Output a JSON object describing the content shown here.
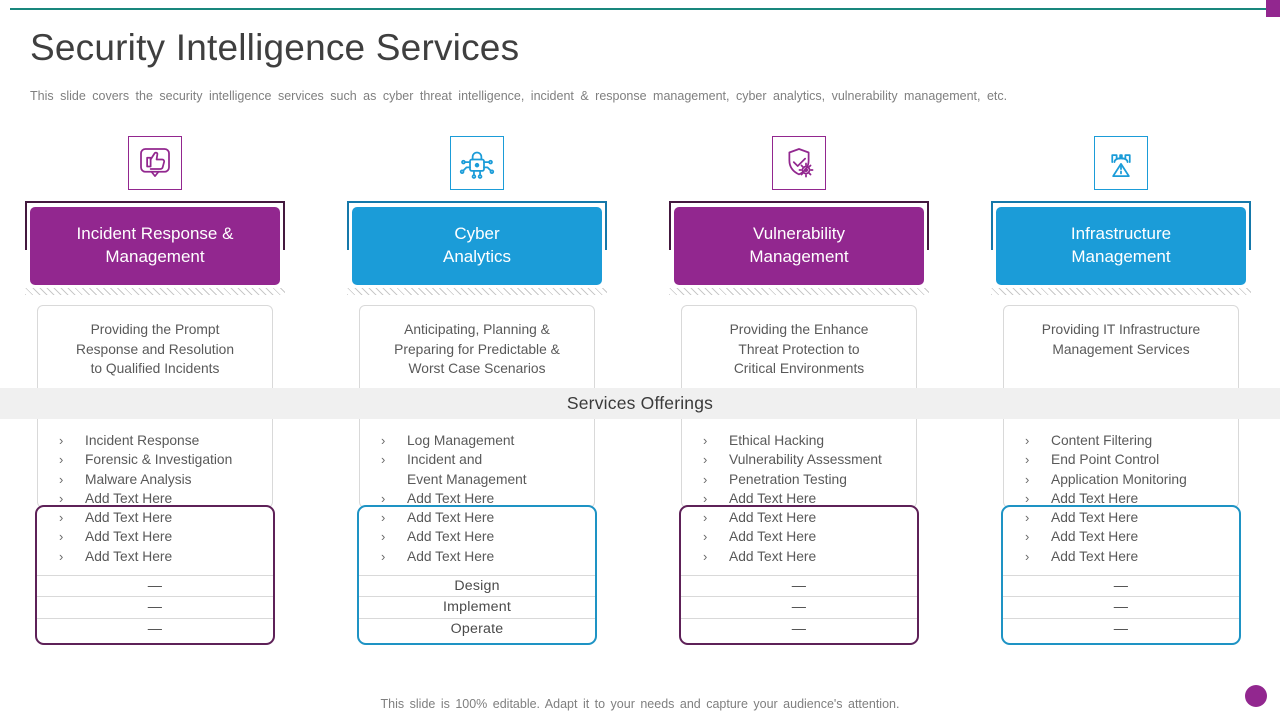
{
  "page": {
    "title": "Security Intelligence Services",
    "subtitle": "This slide covers the security intelligence services such as cyber threat intelligence, incident & response management, cyber analytics, vulnerability management, etc.",
    "banner": "Services Offerings",
    "footer": "This slide is 100% editable. Adapt it to your needs and capture your audience's attention.",
    "bullet_marker": "›"
  },
  "colors": {
    "purple_fill": "#92278F",
    "purple_bracket": "#44193F",
    "purple_box_border": "#5E2158",
    "blue_fill": "#1B9CD8",
    "blue_bracket": "#1578AA",
    "blue_box_border": "#1E93C4",
    "teal_line": "#19877D",
    "banner_bg": "#F0F0F0",
    "card_border": "#D9D9D9",
    "body_text": "#595959",
    "muted_text": "#7F7F7F",
    "title_color": "#3F3F3F",
    "accent_dot": "#92278F"
  },
  "columns": [
    {
      "theme": "purple",
      "icon": "thumbs-up-bubble-icon",
      "title_lines": [
        "Incident Response &",
        "Management"
      ],
      "desc_lines": [
        "Providing the Prompt",
        "Response and Resolution",
        "to Qualified Incidents"
      ],
      "bullets": [
        [
          "Incident Response"
        ],
        [
          "Forensic & Investigation"
        ],
        [
          "Malware Analysis"
        ],
        [
          "Add Text Here"
        ],
        [
          "Add Text Here"
        ],
        [
          "Add Text Here"
        ],
        [
          "Add Text Here"
        ]
      ],
      "rows": [
        "—",
        "—",
        "—"
      ]
    },
    {
      "theme": "blue",
      "icon": "cyber-lock-icon",
      "title_lines": [
        "Cyber",
        "Analytics"
      ],
      "desc_lines": [
        "Anticipating, Planning &",
        "Preparing for Predictable &",
        "Worst Case Scenarios"
      ],
      "bullets": [
        [
          "Log Management"
        ],
        [
          "Incident and",
          "Event Management"
        ],
        [
          "Add Text Here"
        ],
        [
          "Add Text Here"
        ],
        [
          "Add Text Here"
        ],
        [
          "Add Text Here"
        ]
      ],
      "rows": [
        "Design",
        "Implement",
        "Operate"
      ]
    },
    {
      "theme": "purple",
      "icon": "shield-check-gear-icon",
      "title_lines": [
        "Vulnerability",
        "Management"
      ],
      "desc_lines": [
        "Providing the Enhance",
        "Threat Protection to",
        "Critical Environments"
      ],
      "bullets": [
        [
          "Ethical Hacking"
        ],
        [
          "Vulnerability Assessment"
        ],
        [
          "Penetration Testing"
        ],
        [
          "Add Text Here"
        ],
        [
          "Add Text Here"
        ],
        [
          "Add Text Here"
        ],
        [
          "Add Text Here"
        ]
      ],
      "rows": [
        "—",
        "—",
        "—"
      ]
    },
    {
      "theme": "blue",
      "icon": "road-infrastructure-icon",
      "title_lines": [
        "Infrastructure",
        "Management"
      ],
      "desc_lines": [
        "Providing IT Infrastructure",
        "Management Services"
      ],
      "bullets": [
        [
          "Content Filtering"
        ],
        [
          "End Point Control"
        ],
        [
          "Application Monitoring"
        ],
        [
          "Add Text Here"
        ],
        [
          "Add Text Here"
        ],
        [
          "Add Text Here"
        ],
        [
          "Add Text Here"
        ]
      ],
      "rows": [
        "—",
        "—",
        "—"
      ]
    }
  ]
}
